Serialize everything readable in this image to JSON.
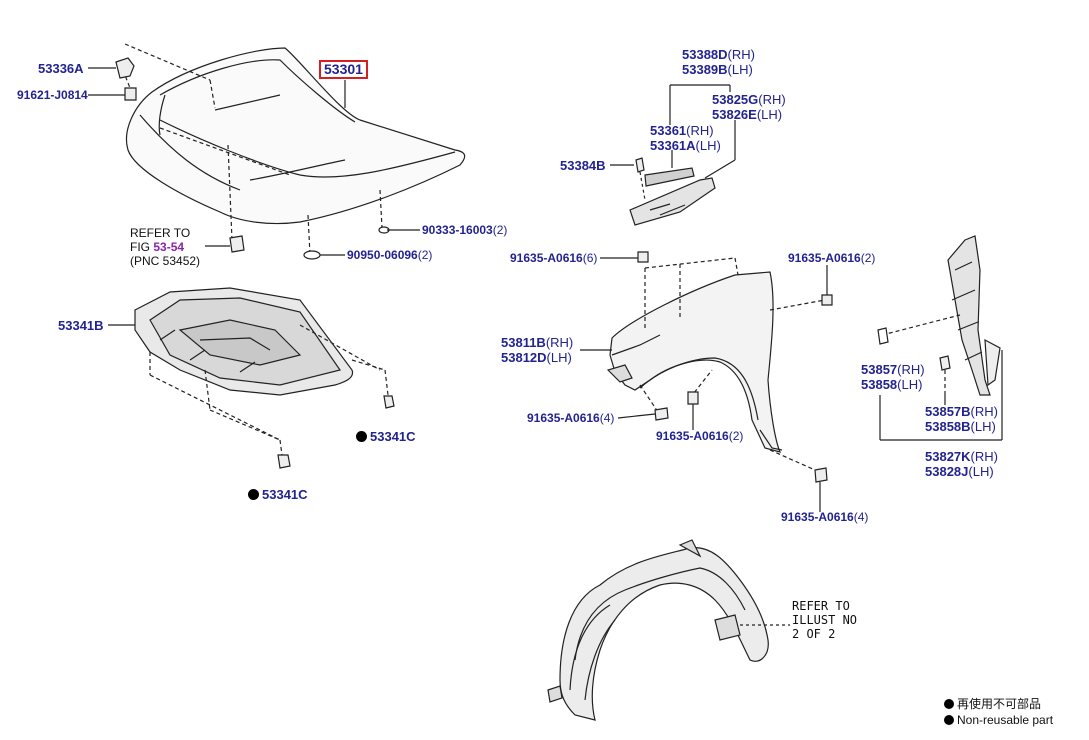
{
  "labels": {
    "p53336A": {
      "num": "53336A",
      "suffix": ""
    },
    "p91621": {
      "num": "91621-J0814",
      "suffix": ""
    },
    "p53301": {
      "num": "53301",
      "suffix": ""
    },
    "p90333": {
      "num": "90333-16003",
      "suffix": "(2)"
    },
    "p90950": {
      "num": "90950-06096",
      "suffix": "(2)"
    },
    "p53341B": {
      "num": "53341B",
      "suffix": ""
    },
    "p53341C_a": {
      "num": "53341C",
      "suffix": ""
    },
    "p53341C_b": {
      "num": "53341C",
      "suffix": ""
    },
    "p53388D": {
      "num": "53388D",
      "suffix": "(RH)"
    },
    "p53389B": {
      "num": "53389B",
      "suffix": "(LH)"
    },
    "p53825G": {
      "num": "53825G",
      "suffix": "(RH)"
    },
    "p53826E": {
      "num": "53826E",
      "suffix": "(LH)"
    },
    "p53361": {
      "num": "53361",
      "suffix": "(RH)"
    },
    "p53361A": {
      "num": "53361A",
      "suffix": "(LH)"
    },
    "p53384B": {
      "num": "53384B",
      "suffix": ""
    },
    "p91635_6": {
      "num": "91635-A0616",
      "suffix": "(6)"
    },
    "p91635_2a": {
      "num": "91635-A0616",
      "suffix": "(2)"
    },
    "p53811B": {
      "num": "53811B",
      "suffix": "(RH)"
    },
    "p53812D": {
      "num": "53812D",
      "suffix": "(LH)"
    },
    "p91635_4a": {
      "num": "91635-A0616",
      "suffix": "(4)"
    },
    "p91635_2b": {
      "num": "91635-A0616",
      "suffix": "(2)"
    },
    "p91635_4b": {
      "num": "91635-A0616",
      "suffix": "(4)"
    },
    "p53857": {
      "num": "53857",
      "suffix": "(RH)"
    },
    "p53858": {
      "num": "53858",
      "suffix": "(LH)"
    },
    "p53857B": {
      "num": "53857B",
      "suffix": "(RH)"
    },
    "p53858B": {
      "num": "53858B",
      "suffix": "(LH)"
    },
    "p53827K": {
      "num": "53827K",
      "suffix": "(RH)"
    },
    "p53828J": {
      "num": "53828J",
      "suffix": "(LH)"
    }
  },
  "refer_fig": {
    "line1": "REFER TO",
    "fig_prefix": "FIG ",
    "fig_ref": "53-54",
    "line3": "(PNC 53452)"
  },
  "refer_illust": {
    "line1": "REFER TO",
    "line2": "ILLUST NO",
    "line3": "2 OF 2"
  },
  "legend": {
    "cn": "再使用不可部品",
    "en": "Non-reusable part"
  },
  "colors": {
    "part_number": "#22238f",
    "figure_ref": "#8b22a8",
    "highlight_box": "#d42020",
    "line": "#222222"
  }
}
